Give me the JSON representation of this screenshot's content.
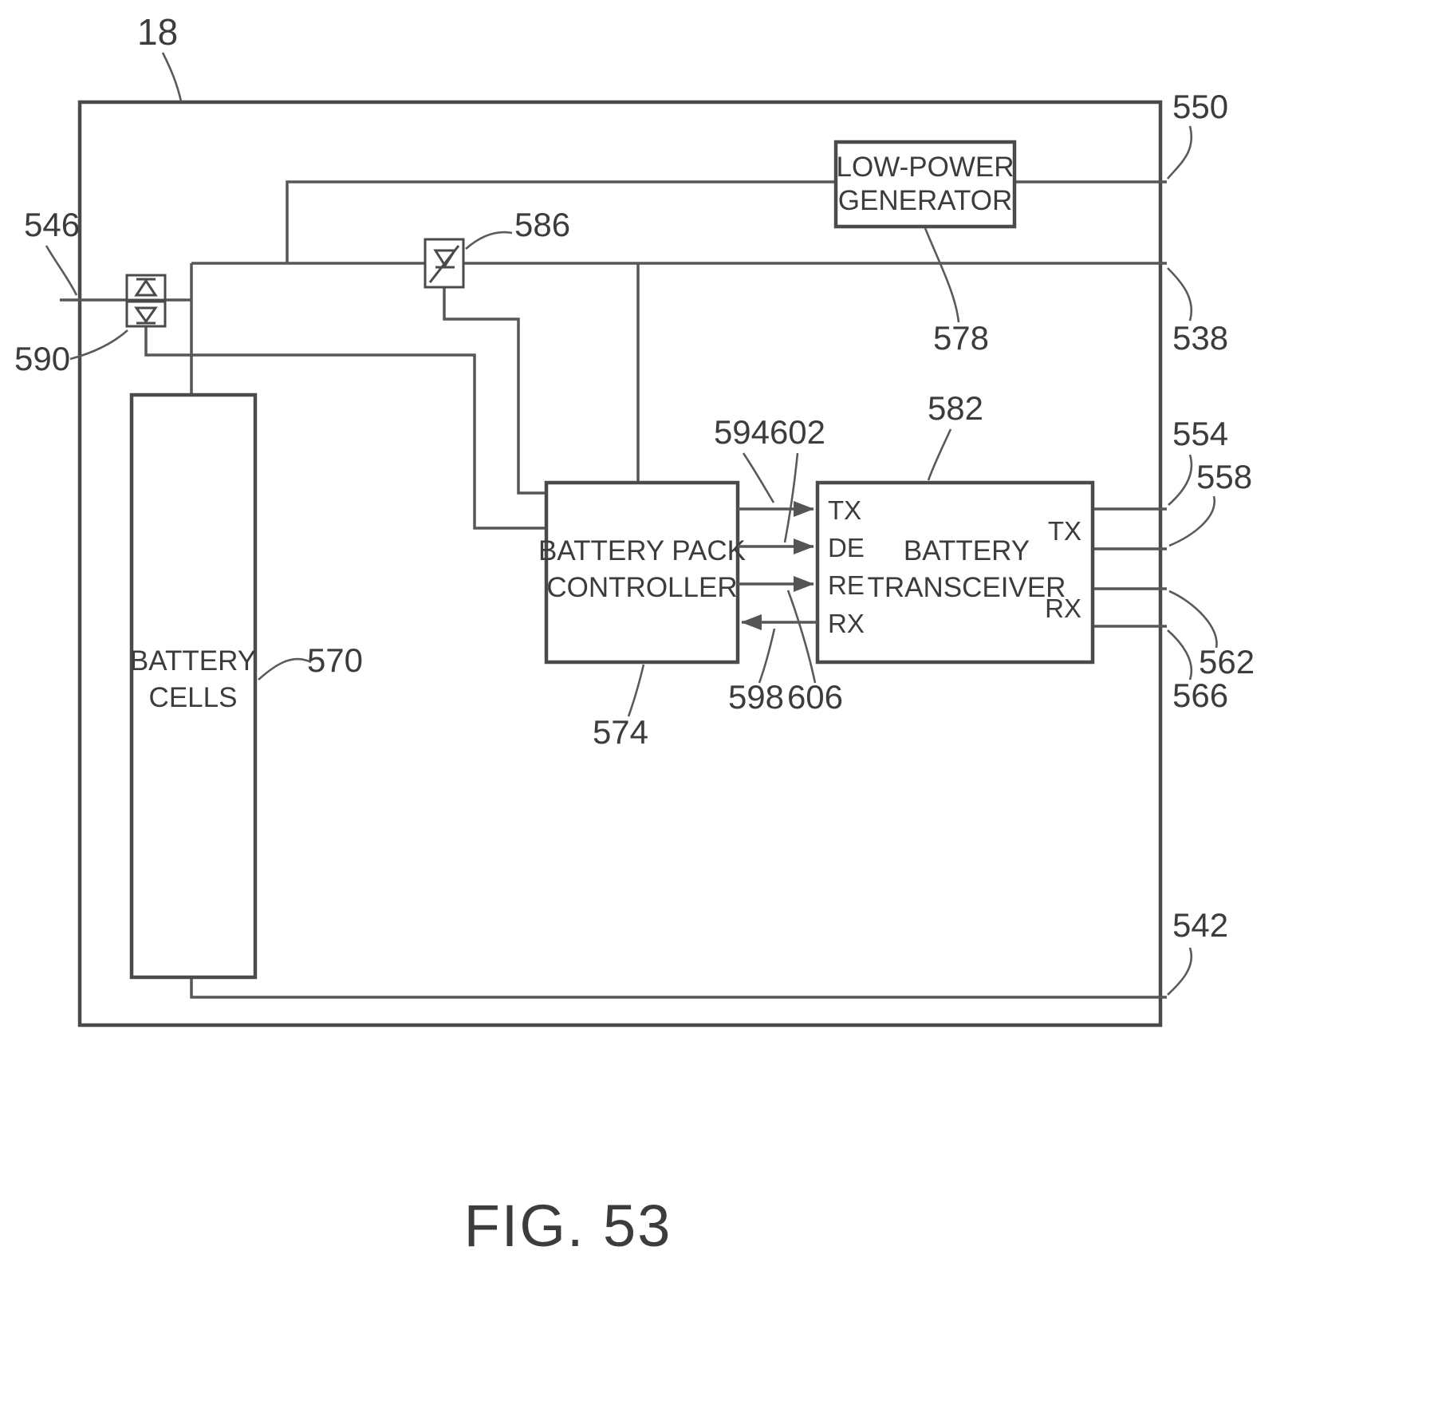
{
  "figure": {
    "caption": "FIG. 53"
  },
  "boxes": {
    "low_power_generator": {
      "line1": "LOW-POWER",
      "line2": "GENERATOR"
    },
    "battery_cells": {
      "line1": "BATTERY",
      "line2": "CELLS"
    },
    "battery_pack_controller": {
      "line1": "BATTERY PACK",
      "line2": "CONTROLLER"
    },
    "battery_transceiver": {
      "line1": "BATTERY",
      "line2": "TRANSCEIVER",
      "pins_left": {
        "p1": "TX",
        "p2": "DE",
        "p3": "RE",
        "p4": "RX"
      },
      "pins_right": {
        "tx": "TX",
        "rx": "RX"
      }
    }
  },
  "refs": {
    "r18": "18",
    "r550": "550",
    "r546": "546",
    "r586": "586",
    "r578": "578",
    "r538": "538",
    "r590": "590",
    "r594": "594",
    "r602": "602",
    "r582": "582",
    "r554": "554",
    "r558": "558",
    "r570": "570",
    "r562": "562",
    "r566": "566",
    "r598": "598",
    "r606": "606",
    "r574": "574",
    "r542": "542"
  }
}
